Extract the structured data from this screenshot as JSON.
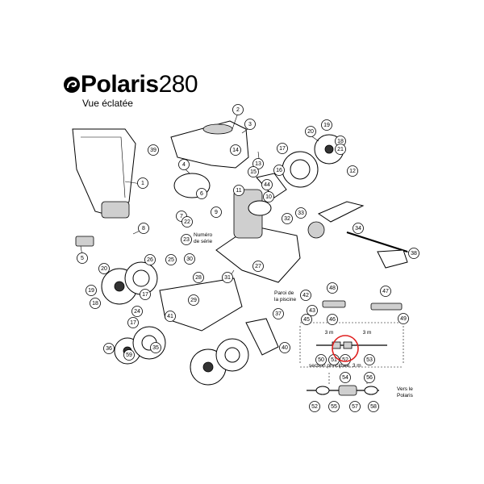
{
  "header": {
    "brand": "Polaris",
    "model": "280",
    "subtitle": "Vue éclatée"
  },
  "annotations": {
    "serial": [
      "Numéro",
      "de série"
    ],
    "wall": [
      "Paroi de",
      "la piscine"
    ],
    "section": "section principale, 3 m",
    "to_polaris": [
      "Vers le",
      "Polaris"
    ],
    "length_a": "3 m",
    "length_b": "3 m"
  },
  "highlight": {
    "color": "#e02020",
    "target_part": "53"
  },
  "callouts": [
    "2",
    "3",
    "39",
    "1",
    "14",
    "19",
    "18",
    "20",
    "21",
    "17",
    "12",
    "4",
    "13",
    "15",
    "16",
    "44",
    "10",
    "11",
    "6",
    "9",
    "7",
    "22",
    "33",
    "32",
    "23",
    "8",
    "31",
    "27",
    "34",
    "5",
    "26",
    "25",
    "38",
    "20",
    "30",
    "28",
    "29",
    "37",
    "19",
    "18",
    "17",
    "24",
    "17",
    "36",
    "35",
    "40",
    "41",
    "42",
    "43",
    "48",
    "45",
    "46",
    "47",
    "49",
    "50",
    "51",
    "52",
    "53",
    "52",
    "54",
    "56",
    "55",
    "57",
    "58",
    "59"
  ]
}
